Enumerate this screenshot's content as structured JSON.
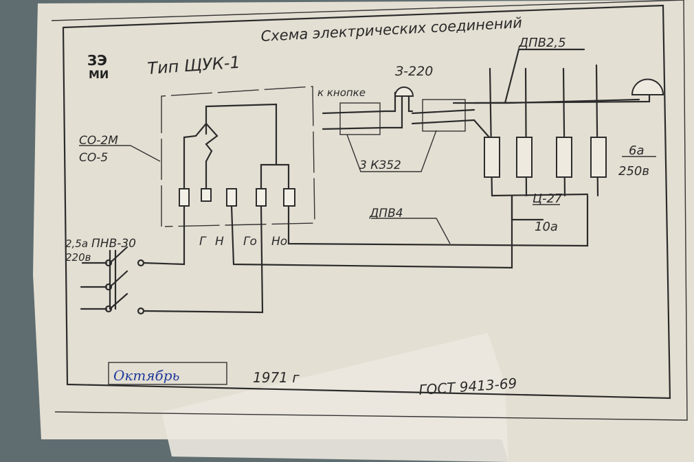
{
  "logo": {
    "top": "ЗЭ",
    "bottom": "МИ"
  },
  "title": "Схема электрических соединений",
  "type_label": "Тип ЩУК-1",
  "labels": {
    "to_button": "к кнопке",
    "bell": "З-220",
    "wire_top": "ДПВ2,5",
    "relay_top": "СО-2М",
    "relay_bottom": "СО-5",
    "terminal_blocks": "3 КЗ52",
    "fuse_current": "6а",
    "fuse_voltage": "250в",
    "fuse_base_type": "Ц-27",
    "fuse_base_current": "10а",
    "wire_bottom": "ДПВ4",
    "terminal_g": "Г",
    "terminal_n": "Н",
    "terminal_go": "Го",
    "terminal_no": "Но",
    "switch_current": "2,5а",
    "switch_voltage": "220в",
    "switch_type": "ПНВ-30"
  },
  "footer": {
    "month": "Октябрь",
    "year": "1971 г",
    "standard": "ГОСТ 9413-69"
  }
}
